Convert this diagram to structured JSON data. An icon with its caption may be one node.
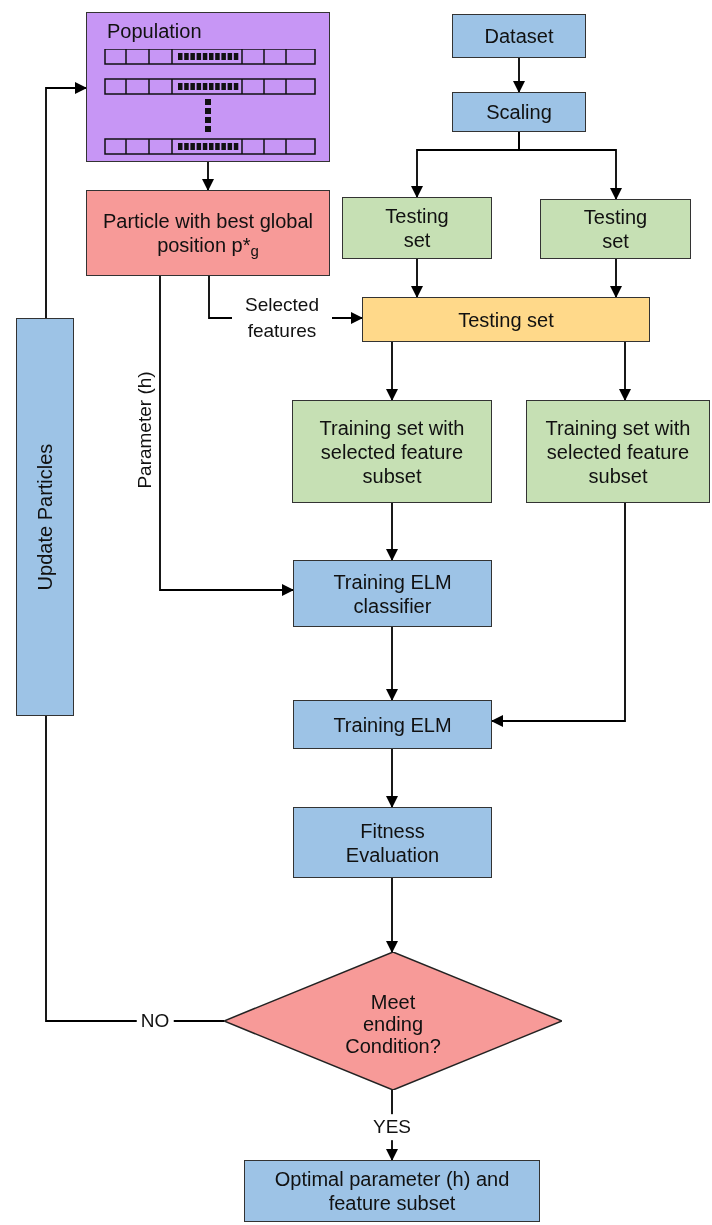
{
  "diagram": {
    "nodes": [
      {
        "text": [
          "Population"
        ]
      },
      {
        "text": [
          "Particle with best global position p*$_{g}$"
        ]
      },
      {
        "text": [
          "Dataset"
        ]
      },
      {
        "text": [
          "Scaling"
        ]
      },
      {
        "text": [
          "Testing set"
        ]
      },
      {
        "text": [
          "Testing set"
        ]
      },
      {
        "text": [
          "Testing set"
        ]
      },
      {
        "text": [
          "Training set with selected feature subset"
        ]
      },
      {
        "text": [
          "Training set with selected feature subset"
        ]
      },
      {
        "text": [
          "Training ELM classifier"
        ]
      },
      {
        "text": [
          "Training ELM"
        ]
      },
      {
        "text": [
          "Fitness Evaluation"
        ]
      },
      {
        "text": [
          "Meet ending Condition?"
        ]
      },
      {
        "text": [
          "Optimal parameter (h) and feature subset"
        ]
      },
      {
        "text": [
          "Update Particles"
        ]
      }
    ],
    "edges": [
      {
        "from": 0,
        "to": 1,
        "arrow": "to"
      },
      {
        "from": 2,
        "to": 3,
        "arrow": "to"
      },
      {
        "from": 3,
        "to": 4,
        "arrow": "to"
      },
      {
        "from": 3,
        "to": 5,
        "arrow": "to"
      },
      {
        "from": 1,
        "to": 6,
        "arrow": "to",
        "label": "Selected features"
      },
      {
        "from": 4,
        "to": 6,
        "arrow": "to"
      },
      {
        "from": 5,
        "to": 6,
        "arrow": "to"
      },
      {
        "from": 6,
        "to": 7,
        "arrow": "to"
      },
      {
        "from": 6,
        "to": 8,
        "arrow": "to"
      },
      {
        "from": 1,
        "to": 9,
        "arrow": "to",
        "label": "Parameter (h)"
      },
      {
        "from": 7,
        "to": 9,
        "arrow": "to"
      },
      {
        "from": 9,
        "to": 10,
        "arrow": "to"
      },
      {
        "from": 8,
        "to": 10,
        "arrow": "to"
      },
      {
        "from": 10,
        "to": 11,
        "arrow": "to"
      },
      {
        "from": 11,
        "to": 12,
        "arrow": "to"
      },
      {
        "from": 12,
        "to": 14,
        "arrow": "none",
        "label": "NO"
      },
      {
        "from": 14,
        "to": 0,
        "arrow": "to"
      },
      {
        "from": 12,
        "to": 13,
        "arrow": "to",
        "label": "YES"
      }
    ]
  }
}
